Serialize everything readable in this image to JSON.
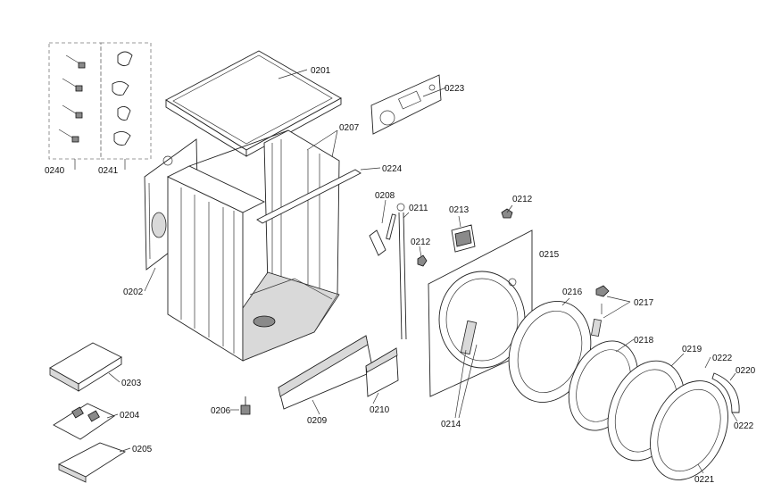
{
  "labels": {
    "p0201": "0201",
    "p0202": "0202",
    "p0203": "0203",
    "p0204": "0204",
    "p0205": "0205",
    "p0206": "0206",
    "p0207": "0207",
    "p0208": "0208",
    "p0209": "0209",
    "p0210": "0210",
    "p0211": "0211",
    "p0212a": "0212",
    "p0212b": "0212",
    "p0213": "0213",
    "p0214": "0214",
    "p0215": "0215",
    "p0216": "0216",
    "p0217": "0217",
    "p0218": "0218",
    "p0219": "0219",
    "p0220": "0220",
    "p0221": "0221",
    "p0222a": "0222",
    "p0222b": "0222",
    "p0223": "0223",
    "p0224": "0224",
    "p0240": "0240",
    "p0241": "0241"
  }
}
